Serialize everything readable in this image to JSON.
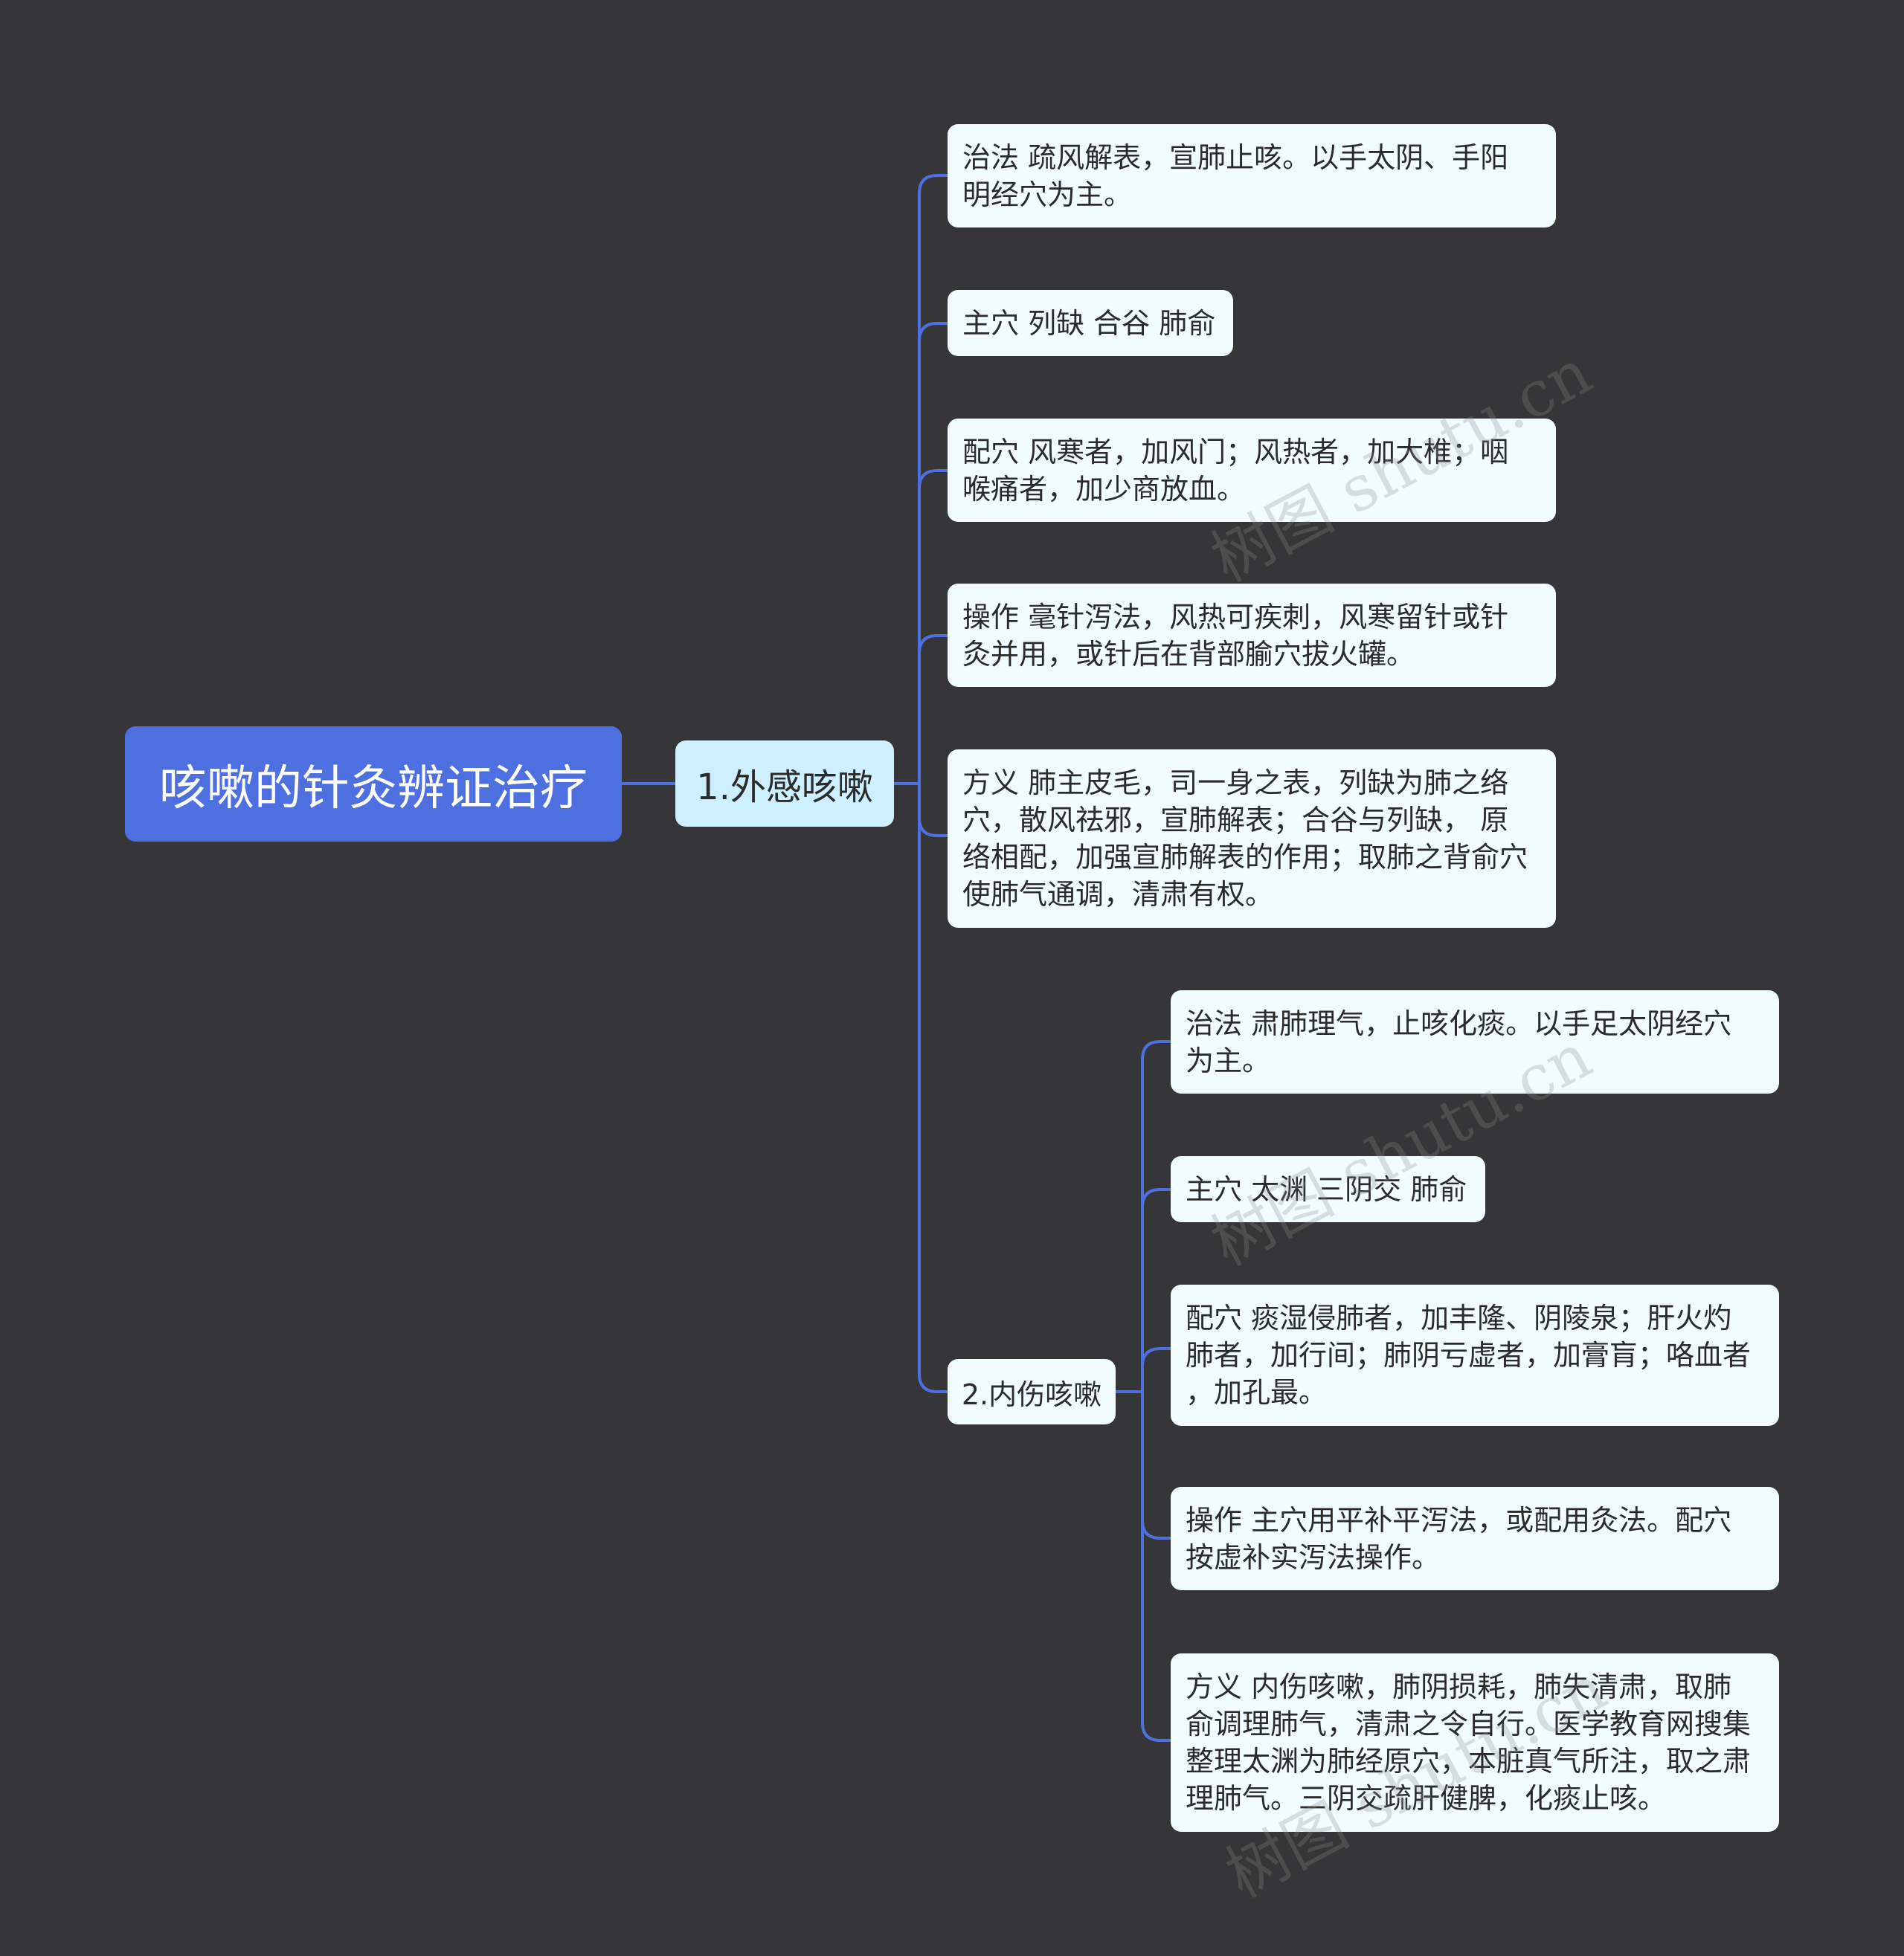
{
  "root": {
    "label": "咳嗽的针灸辨证治疗"
  },
  "branches": [
    {
      "label": "1.外感咳嗽",
      "children": [
        "治法 疏风解表，宣肺止咳。以手太阴、手阳\n明经穴为主。",
        "主穴 列缺 合谷 肺俞",
        "配穴 风寒者，加风门；风热者，加大椎；咽\n喉痛者，加少商放血。",
        "操作 毫针泻法，风热可疾刺，风寒留针或针\n灸并用，或针后在背部腧穴拔火罐。",
        "方义 肺主皮毛，司一身之表，列缺为肺之络\n穴，散风祛邪，宣肺解表；合谷与列缺， 原\n络相配，加强宣肺解表的作用；取肺之背俞穴\n使肺气通调，清肃有权。"
      ]
    },
    {
      "label": "2.内伤咳嗽",
      "children": [
        "治法 肃肺理气，止咳化痰。以手足太阴经穴\n为主。",
        "主穴 太渊 三阴交 肺俞",
        "配穴 痰湿侵肺者，加丰隆、阴陵泉；肝火灼\n肺者，加行间；肺阴亏虚者，加膏肓；咯血者\n，加孔最。",
        "操作 主穴用平补平泻法，或配用灸法。配穴\n按虚补实泻法操作。",
        "方义 内伤咳嗽，肺阴损耗，肺失清肃，取肺\n俞调理肺气，清肃之令自行。医学教育网搜集\n整理太渊为肺经原穴，本脏真气所注，取之肃\n理肺气。三阴交疏肝健脾，化痰止咳。"
      ]
    }
  ],
  "watermark": {
    "text": "树图 shutu.cn"
  },
  "colors": {
    "background": "#363537",
    "root_fill": "#4e6fe0",
    "branch_fill": "#cdefff",
    "leaf_fill": "#f0fcff",
    "connector": "#4e6fe0"
  }
}
